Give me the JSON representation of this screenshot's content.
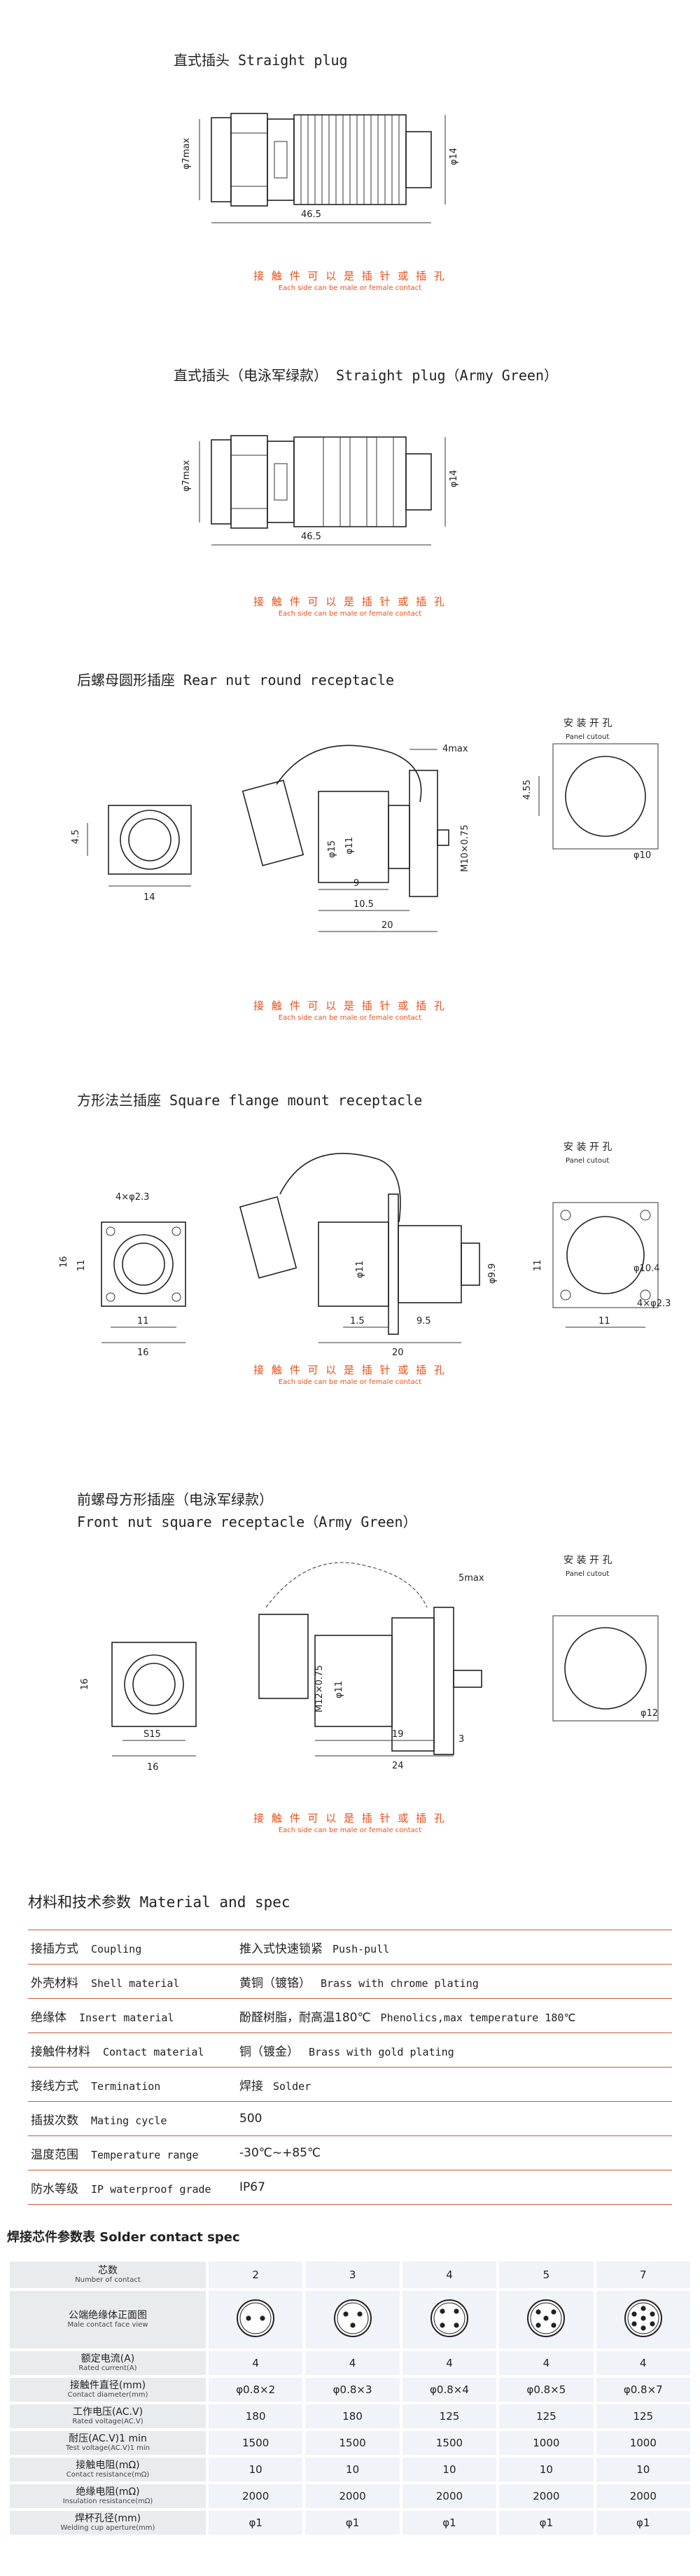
{
  "colors": {
    "accent": "#e8501a",
    "table_rule": "#c85a3a"
  },
  "note": {
    "cn": "接 触 件 可 以 是 插 针 或 插 孔",
    "en": "Each side can be male or female contact"
  },
  "sections": [
    {
      "title": "直式插头 Straight plug",
      "dims": [
        "φ7max",
        "φ14",
        "46.5"
      ]
    },
    {
      "title": "直式插头（电泳军绿款） Straight plug（Army Green）",
      "dims": [
        "φ7max",
        "φ14",
        "46.5"
      ]
    },
    {
      "title": "后螺母圆形插座 Rear nut round receptacle",
      "dims": [
        "4.5",
        "14",
        "4max",
        "φ15",
        "φ11",
        "M10×0.75",
        "9",
        "10.5",
        "20",
        "安 装 开 孔",
        "Panel cutout",
        "4.55",
        "φ10"
      ]
    },
    {
      "title": "方形法兰插座 Square flange mount receptacle",
      "dims": [
        "4×φ2.3",
        "16",
        "11",
        "11",
        "16",
        "φ11",
        "φ9.9",
        "1.5",
        "9.5",
        "20",
        "安 装 开 孔",
        "Panel cutout",
        "11",
        "φ10.4",
        "4×φ2.3",
        "11"
      ]
    },
    {
      "title": "前螺母方形插座（电泳军绿款）",
      "title2": "Front nut square receptacle（Army Green）",
      "dims": [
        "16",
        "S15",
        "16",
        "5max",
        "φ11",
        "M12×0.75",
        "19",
        "24",
        "3",
        "安 装 开 孔",
        "Panel cutout",
        "φ12"
      ]
    }
  ],
  "material": {
    "title": "材料和技术参数 Material and spec",
    "rows": [
      {
        "cn": "接插方式",
        "en": "Coupling",
        "val_cn": "推入式快速锁紧",
        "val_en": "Push-pull"
      },
      {
        "cn": "外壳材料",
        "en": "Shell material",
        "val_cn": "黄铜（镀铬）",
        "val_en": "Brass with chrome plating"
      },
      {
        "cn": "绝缘体",
        "en": "Insert material",
        "val_cn": "酚醛树脂，耐高温180℃",
        "val_en": "Phenolics,max temperature 180℃"
      },
      {
        "cn": "接触件材料",
        "en": "Contact material",
        "val_cn": "铜（镀金）",
        "val_en": "Brass with gold plating"
      },
      {
        "cn": "接线方式",
        "en": "Termination",
        "val_cn": "焊接",
        "val_en": "Solder"
      },
      {
        "cn": "插拔次数",
        "en": "Mating cycle",
        "val_cn": "500",
        "val_en": ""
      },
      {
        "cn": "温度范围",
        "en": "Temperature range",
        "val_cn": "-30℃~+85℃",
        "val_en": ""
      },
      {
        "cn": "防水等级",
        "en": "IP waterproof grade",
        "val_cn": "IP67",
        "val_en": ""
      }
    ]
  },
  "solder": {
    "title": "焊接芯件参数表  Solder contact spec",
    "header": {
      "cn": "芯数",
      "en": "Number of contact"
    },
    "columns": [
      "2",
      "3",
      "4",
      "5",
      "7"
    ],
    "rows": [
      {
        "cn": "公端绝缘体正面图",
        "en": "Male contact face view",
        "values": [
          "",
          "",
          "",
          "",
          ""
        ],
        "face": true
      },
      {
        "cn": "额定电流(A)",
        "en": "Rated current(A)",
        "values": [
          "4",
          "4",
          "4",
          "4",
          "4"
        ]
      },
      {
        "cn": "接触件直径(mm)",
        "en": "Contact diameter(mm)",
        "values": [
          "φ0.8×2",
          "φ0.8×3",
          "φ0.8×4",
          "φ0.8×5",
          "φ0.8×7"
        ]
      },
      {
        "cn": "工作电压(AC.V)",
        "en": "Rated voltage(AC.V)",
        "values": [
          "180",
          "180",
          "125",
          "125",
          "125"
        ]
      },
      {
        "cn": "耐压(AC.V)1 min",
        "en": "Test voltage(AC.V)1 min",
        "values": [
          "1500",
          "1500",
          "1500",
          "1000",
          "1000"
        ]
      },
      {
        "cn": "接触电阻(mΩ)",
        "en": "Contact resistance(mΩ)",
        "values": [
          "10",
          "10",
          "10",
          "10",
          "10"
        ]
      },
      {
        "cn": "绝缘电阻(mΩ)",
        "en": "Insulation resistance(mΩ)",
        "values": [
          "2000",
          "2000",
          "2000",
          "2000",
          "2000"
        ]
      },
      {
        "cn": "焊杯孔径(mm)",
        "en": "Welding cup aperture(mm)",
        "values": [
          "φ1",
          "φ1",
          "φ1",
          "φ1",
          "φ1"
        ]
      }
    ]
  }
}
